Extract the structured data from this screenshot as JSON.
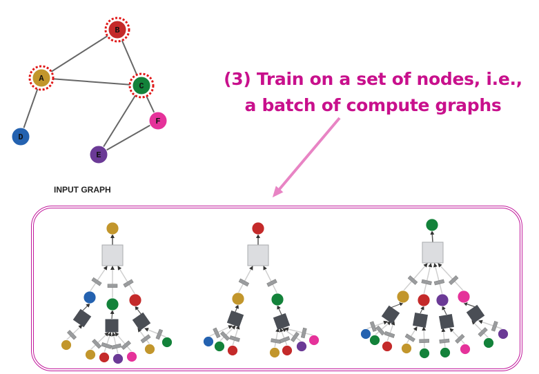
{
  "title": {
    "line1": "(3) Train on a set of nodes, i.e.,",
    "line2": "a batch of compute graphs",
    "color": "#c8108c"
  },
  "input_graph": {
    "label": "INPUT GRAPH",
    "nodes": [
      {
        "id": "A",
        "label": "A",
        "color": "#c2962c",
        "selected": true
      },
      {
        "id": "B",
        "label": "B",
        "color": "#c42a2a",
        "selected": true
      },
      {
        "id": "C",
        "label": "C",
        "color": "#13823a",
        "selected": true
      },
      {
        "id": "D",
        "label": "D",
        "color": "#2462b0",
        "selected": false
      },
      {
        "id": "E",
        "label": "E",
        "color": "#6b3a96",
        "selected": false
      },
      {
        "id": "F",
        "label": "F",
        "color": "#e5329a",
        "selected": false
      }
    ],
    "edges": [
      [
        "A",
        "B"
      ],
      [
        "A",
        "C"
      ],
      [
        "B",
        "C"
      ],
      [
        "A",
        "D"
      ],
      [
        "C",
        "E"
      ],
      [
        "C",
        "F"
      ],
      [
        "E",
        "F"
      ]
    ],
    "selection_ring_color": "#e01818"
  },
  "arrow_color": "#e884c4",
  "batch_border_color": "#c0169a",
  "compute_graphs": [
    {
      "root": "A",
      "children": [
        {
          "node": "D",
          "children": [
            "A"
          ]
        },
        {
          "node": "C",
          "children": [
            "A",
            "B",
            "E",
            "F"
          ]
        },
        {
          "node": "B",
          "children": [
            "A",
            "C"
          ]
        }
      ]
    },
    {
      "root": "B",
      "children": [
        {
          "node": "A",
          "children": [
            "D",
            "C",
            "B"
          ]
        },
        {
          "node": "C",
          "children": [
            "A",
            "B",
            "E",
            "F"
          ]
        }
      ]
    },
    {
      "root": "C",
      "children": [
        {
          "node": "A",
          "children": [
            "D",
            "C",
            "B"
          ]
        },
        {
          "node": "B",
          "children": [
            "A",
            "C"
          ]
        },
        {
          "node": "E",
          "children": [
            "C",
            "F"
          ]
        },
        {
          "node": "F",
          "children": [
            "C",
            "E"
          ]
        }
      ]
    }
  ]
}
